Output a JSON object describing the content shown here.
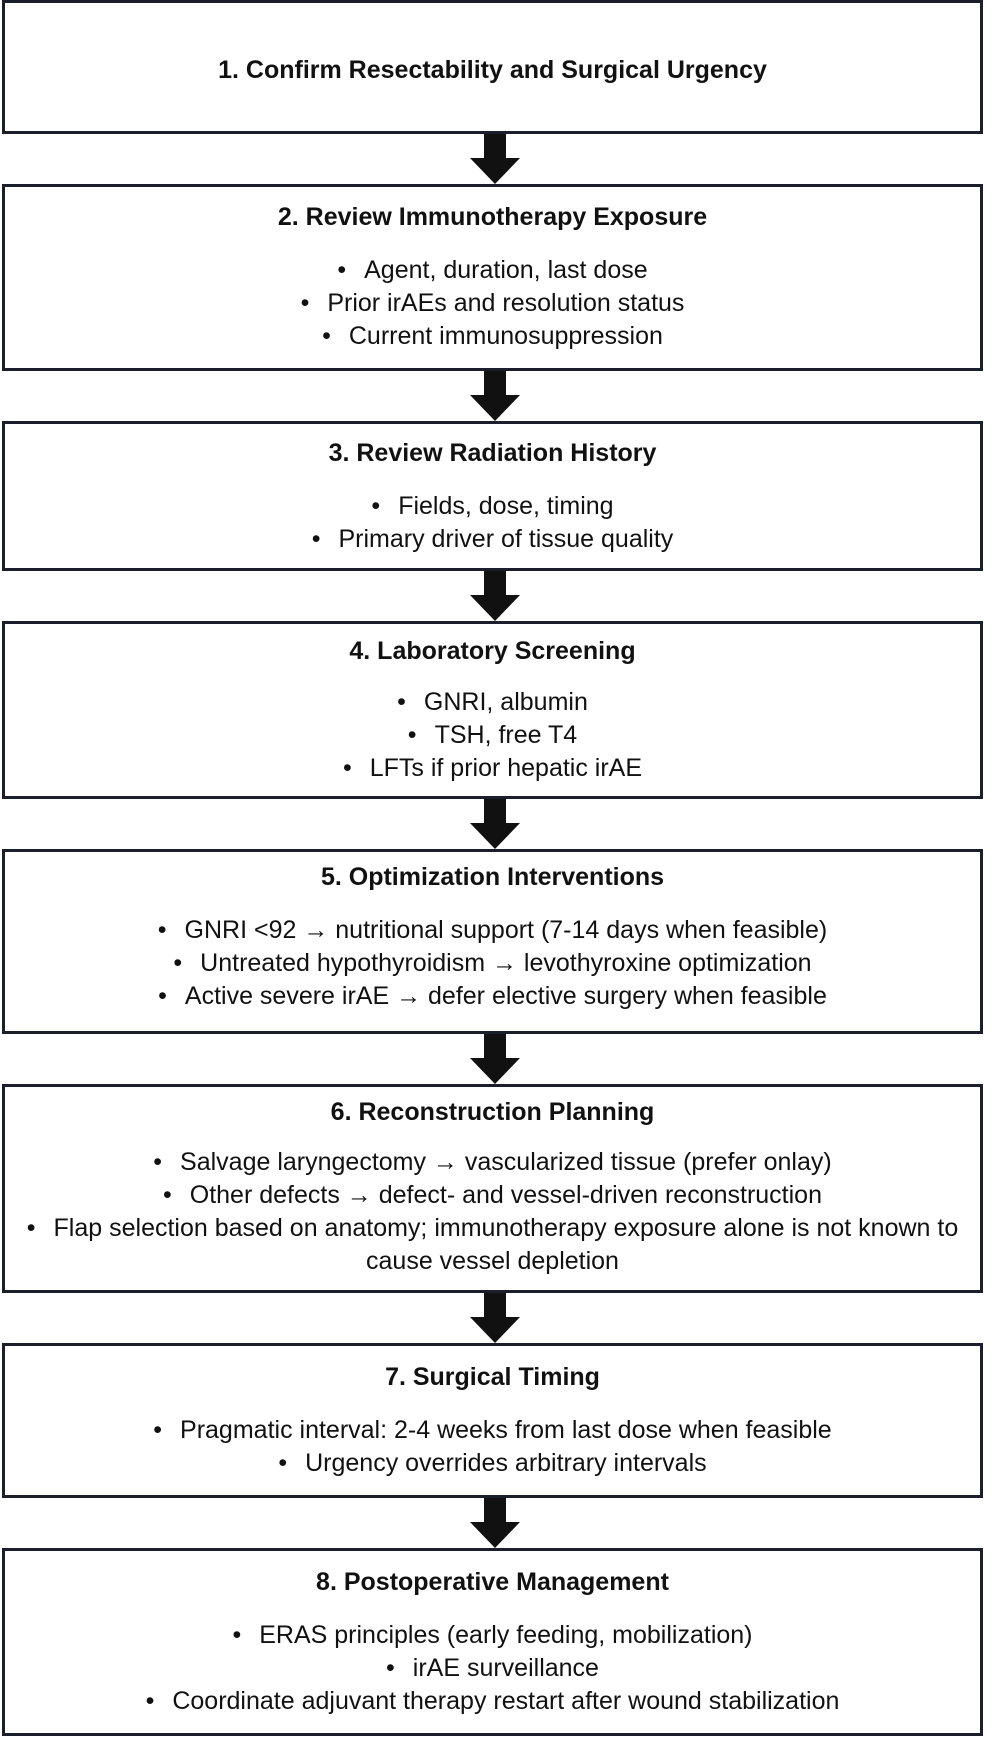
{
  "steps": [
    {
      "title": "1. Confirm Resectability and Surgical Urgency",
      "items": []
    },
    {
      "title": "2. Review Immunotherapy Exposure",
      "items": [
        "Agent, duration, last dose",
        "Prior irAEs and resolution status",
        "Current immunosuppression"
      ]
    },
    {
      "title": "3. Review Radiation History",
      "items": [
        "Fields, dose, timing",
        "Primary driver of tissue quality"
      ]
    },
    {
      "title": "4. Laboratory Screening",
      "items": [
        "GNRI, albumin",
        "TSH, free T4",
        "LFTs if prior hepatic irAE"
      ]
    },
    {
      "title": "5. Optimization Interventions",
      "items": [
        "GNRI <92 → nutritional support (7-14 days when feasible)",
        "Untreated hypothyroidism → levothyroxine optimization",
        "Active severe irAE → defer elective surgery when feasible"
      ]
    },
    {
      "title": "6. Reconstruction Planning",
      "items": [
        "Salvage laryngectomy → vascularized tissue (prefer onlay)",
        "Other defects → defect- and vessel-driven reconstruction",
        "Flap selection based on anatomy; immunotherapy exposure alone is not known to cause vessel depletion"
      ]
    },
    {
      "title": "7. Surgical Timing",
      "items": [
        "Pragmatic interval: 2-4 weeks from last dose when feasible",
        "Urgency overrides arbitrary intervals"
      ]
    },
    {
      "title": "8. Postoperative Management",
      "items": [
        "ERAS principles (early feeding, mobilization)",
        "irAE surveillance",
        "Coordinate adjuvant therapy restart after wound stabilization"
      ]
    }
  ]
}
